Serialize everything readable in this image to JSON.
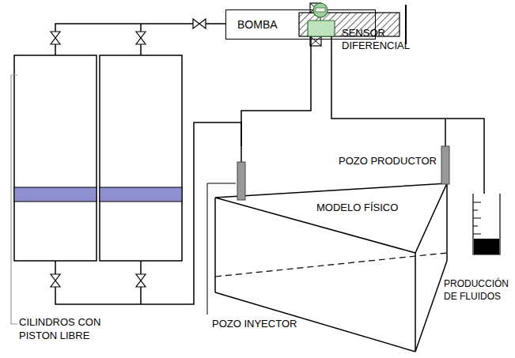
{
  "diagram": {
    "nodes": [
      {
        "text": [
          "BOMBA"
        ]
      },
      {
        "text": [
          "SENSOR DIFERENCIAL"
        ]
      },
      {
        "text": [
          "MODELO FÍSICO"
        ]
      }
    ],
    "edges": [
      {
        "from": 1,
        "to": 2,
        "arrow": "none"
      },
      {
        "from": 1,
        "to": 2,
        "arrow": "none"
      }
    ],
    "labels": [
      "POZO PRODUCTOR",
      "CILINDROS CON PISTON LIBRE",
      "POZO INYECTOR",
      "PRODUCCIÓN DE FLUIDOS"
    ]
  }
}
